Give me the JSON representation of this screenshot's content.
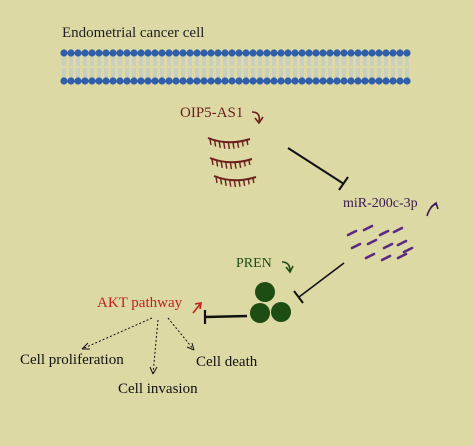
{
  "labels": {
    "cell": "Endometrial cancer cell",
    "oip5": "OIP5-AS1",
    "mir": "miR-200c-3p",
    "pren": "PREN",
    "akt": "AKT pathway",
    "proliferation": "Cell proliferation",
    "invasion": "Cell invasion",
    "death": "Cell death"
  },
  "colors": {
    "background": "#dcd9a5",
    "membrane_head": "#2f5fa8",
    "membrane_tail": "#b8c4d8",
    "oip5": "#6b1f1c",
    "mir": "#5a2a80",
    "pren": "#1e4d14",
    "akt": "#c41f1a"
  },
  "regulation": {
    "oip5": "down",
    "mir": "up",
    "pren": "down",
    "akt": "up"
  }
}
